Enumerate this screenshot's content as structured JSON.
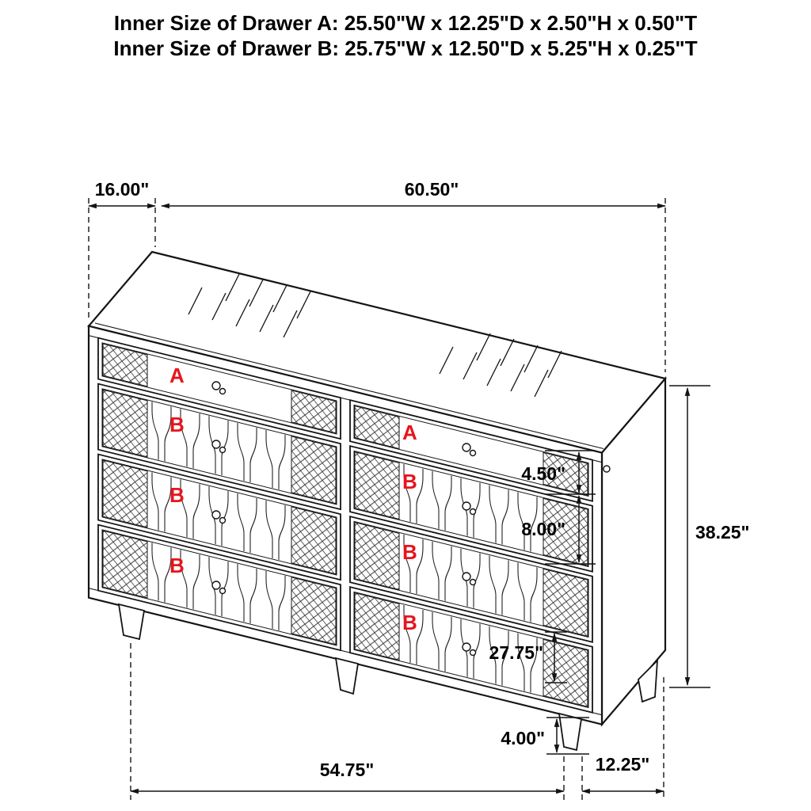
{
  "colors": {
    "outline": "#141414",
    "drawer_label": "#e8141c",
    "text": "#000000",
    "background": "#ffffff"
  },
  "title": {
    "line1": "Inner Size of Drawer A: 25.50\"W x 12.25\"D x 2.50\"H x 0.50\"T",
    "line2": "Inner Size of Drawer B: 25.75\"W x 12.50\"D x 5.25\"H x 0.25\"T"
  },
  "dimensions": {
    "top_depth": "16.00\"",
    "top_width": "60.50\"",
    "drawer_a_front_height": "4.50\"",
    "drawer_b_front_height": "8.00\"",
    "overall_height": "38.25\"",
    "drawer_width": "27.75\"",
    "leg_height": "4.00\"",
    "base_width": "54.75\"",
    "base_depth": "12.25\""
  },
  "drawers": {
    "left": [
      "A",
      "B",
      "B",
      "B"
    ],
    "right": [
      "A",
      "B",
      "B",
      "B"
    ]
  }
}
